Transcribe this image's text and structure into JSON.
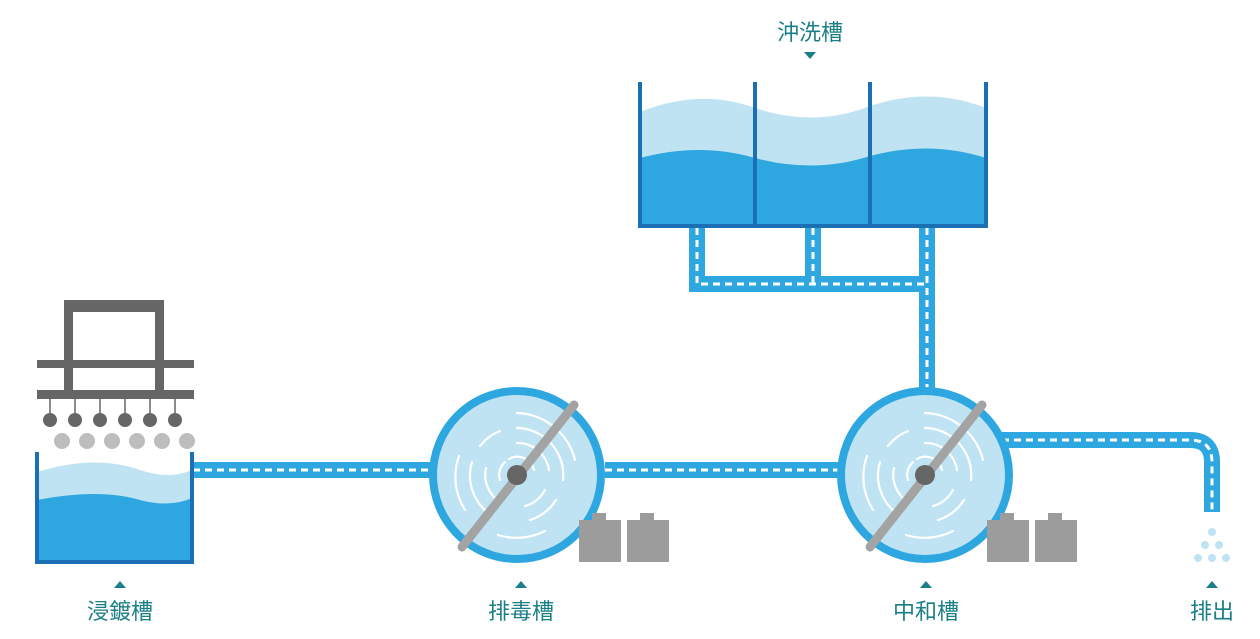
{
  "labels": {
    "immersion_tank": "浸鍍槽",
    "detox_tank": "排毒槽",
    "rinse_tank": "沖洗槽",
    "neutralization_tank": "中和槽",
    "discharge": "排出"
  },
  "colors": {
    "pipe": "#2ea7e0",
    "water_deep": "#2ea7e0",
    "water_light": "#bfe3f2",
    "tank_border": "#1a6fb5",
    "label": "#1a7f86",
    "machine": "#666666",
    "barrel": "#9c9c9c"
  },
  "icons": [
    "rack-icon",
    "plated-parts-icon",
    "rotor-icon",
    "barrel-icon",
    "droplets-icon"
  ]
}
